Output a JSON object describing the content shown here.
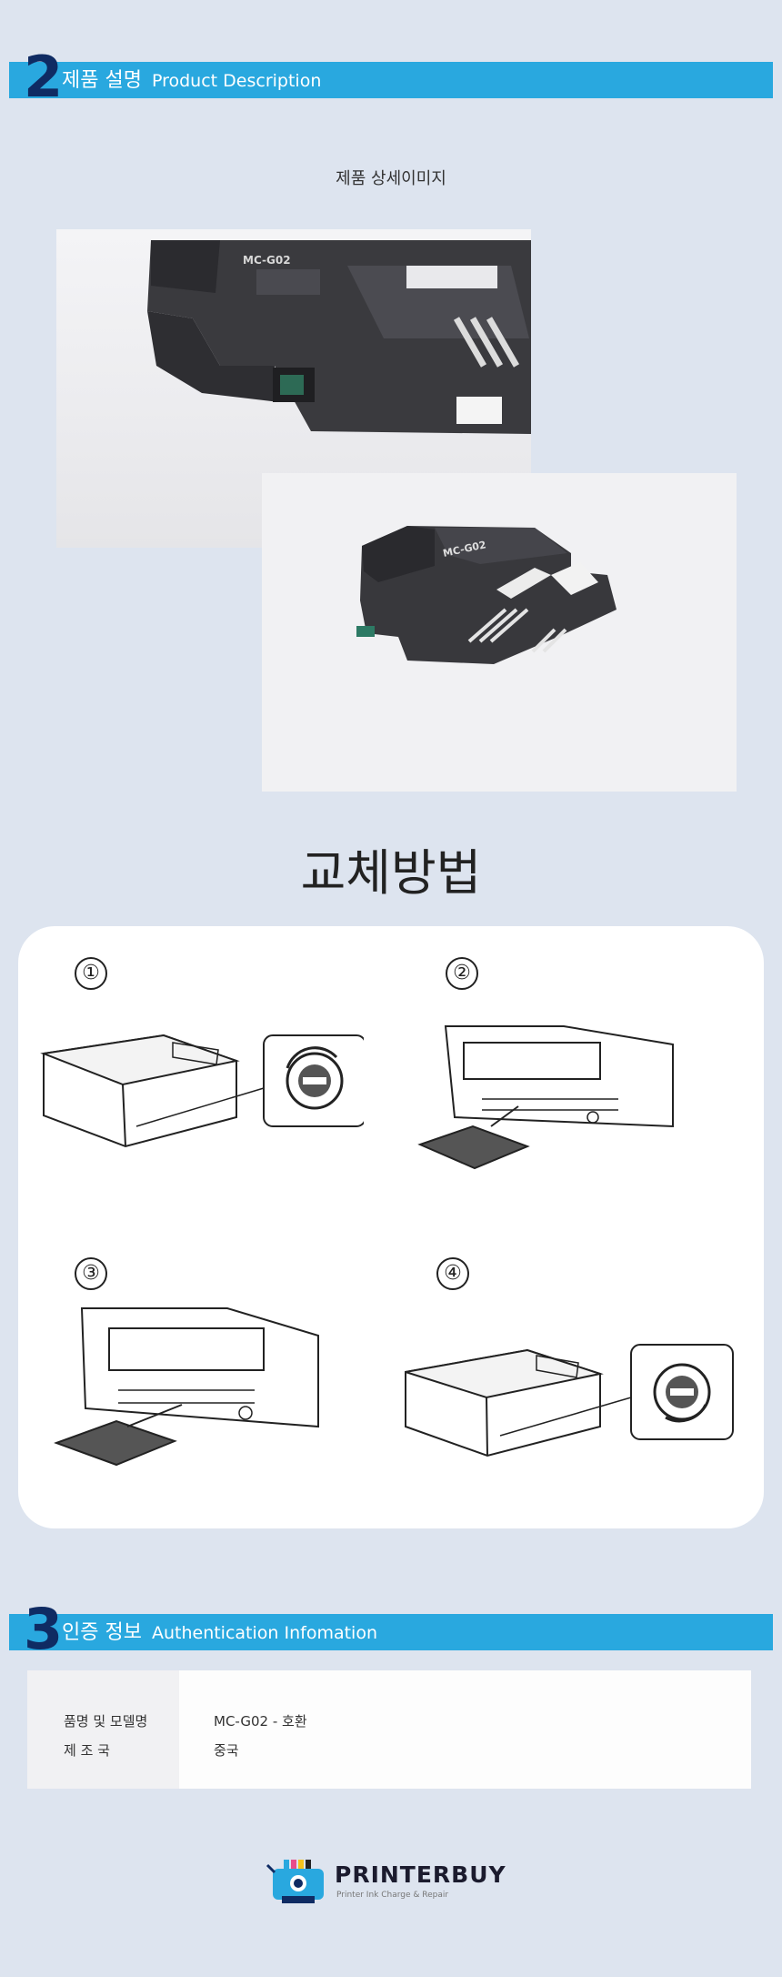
{
  "section2": {
    "number": "2",
    "title_ko": "제품 설명",
    "title_en": "Product Description"
  },
  "detail_caption": "제품 상세이미지",
  "product_label": "MC-G02",
  "replace": {
    "title": "교체방법",
    "steps": [
      "①",
      "②",
      "③",
      "④"
    ]
  },
  "section3": {
    "number": "3",
    "title_ko": "인증 정보",
    "title_en": "Authentication Infomation"
  },
  "info": {
    "label_model": "품명 및 모델명",
    "label_country": "제 조 국",
    "value_model": "MC-G02 - 호환",
    "value_country": "중국"
  },
  "logo": {
    "name": "PRINTERBUY",
    "tagline": "Printer Ink Charge & Repair"
  },
  "colors": {
    "header_bar": "#29a8df",
    "header_number": "#0f2b63",
    "page_bg": "#dde4ef"
  }
}
